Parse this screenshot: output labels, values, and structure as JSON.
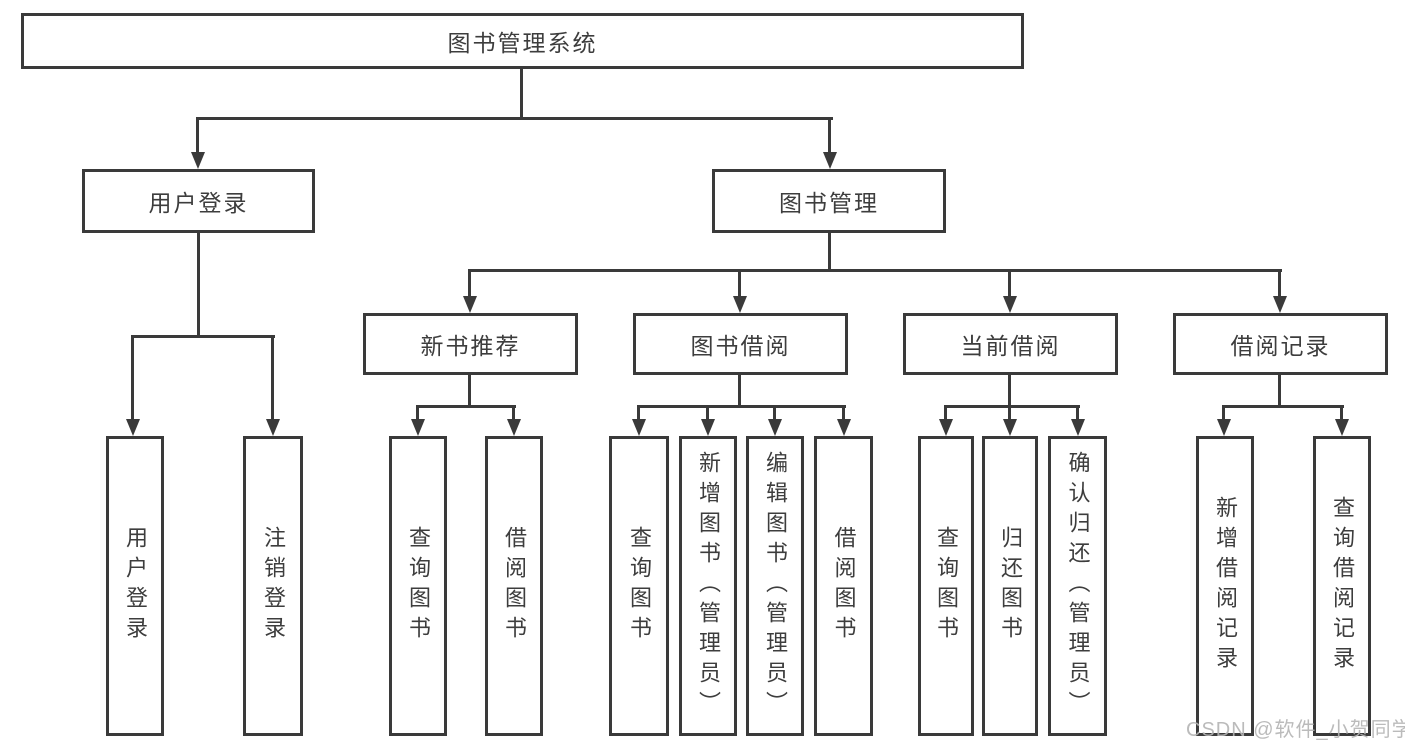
{
  "diagram": {
    "root": "图书管理系统",
    "branches": [
      {
        "label": "用户登录",
        "children": [
          {
            "label": "用户登录"
          },
          {
            "label": "注销登录"
          }
        ]
      },
      {
        "label": "图书管理",
        "children": [
          {
            "label": "新书推荐",
            "children": [
              {
                "label": "查询图书"
              },
              {
                "label": "借阅图书"
              }
            ]
          },
          {
            "label": "图书借阅",
            "children": [
              {
                "label": "查询图书"
              },
              {
                "label": "新增图书（管理员）"
              },
              {
                "label": "编辑图书（管理员）"
              },
              {
                "label": "借阅图书"
              }
            ]
          },
          {
            "label": "当前借阅",
            "children": [
              {
                "label": "查询图书"
              },
              {
                "label": "归还图书"
              },
              {
                "label": "确认归还（管理员）"
              }
            ]
          },
          {
            "label": "借阅记录",
            "children": [
              {
                "label": "新增借阅记录"
              },
              {
                "label": "查询借阅记录"
              }
            ]
          }
        ]
      }
    ]
  },
  "watermark": "CSDN @软件_小贺同学",
  "colors": {
    "line": "#3a3a3a",
    "text": "#3d3d3d",
    "watermark": "#b4b4b4",
    "background": "#ffffff"
  }
}
